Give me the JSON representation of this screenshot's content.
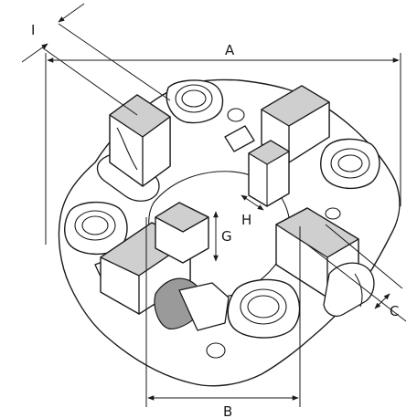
{
  "labels": {
    "A": "A",
    "B": "B",
    "C": "C",
    "G": "G",
    "H": "H",
    "I": "I"
  },
  "colors": {
    "line": "#1a1a1a",
    "shade": "#cfcfcf",
    "dark": "#9a9a9a",
    "background": "#ffffff"
  }
}
